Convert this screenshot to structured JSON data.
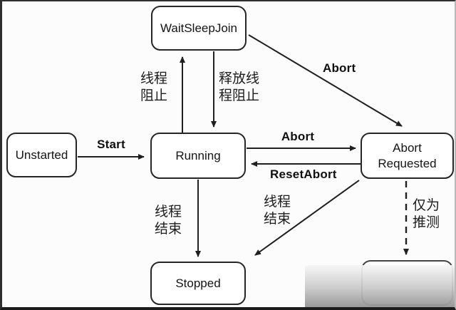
{
  "diagram": {
    "title_hint": "thread-state transition diagram",
    "nodes": {
      "wait_sleep_join": {
        "label": "WaitSleepJoin"
      },
      "unstarted": {
        "label": "Unstarted"
      },
      "running": {
        "label": "Running"
      },
      "abort_requested": {
        "label": "Abort\nRequested"
      },
      "stopped": {
        "label": "Stopped"
      },
      "hidden_bottom_right": {
        "label": ""
      }
    },
    "edge_labels": {
      "start": {
        "label": "Start"
      },
      "thread_block": {
        "label": "线程\n阻止"
      },
      "release_thread_block": {
        "label": "释放线\n程阻止"
      },
      "abort_from_waitsleepjoin": {
        "label": "Abort"
      },
      "abort_from_running": {
        "label": "Abort"
      },
      "reset_abort": {
        "label": "ResetAbort"
      },
      "thread_end_from_running": {
        "label": "线程\n结束"
      },
      "thread_end_from_abort_requested": {
        "label": "线程\n结束"
      },
      "speculation_only": {
        "label": "仅为\n推测"
      }
    },
    "colors": {
      "line": "#1f1f1f",
      "node_background": "#ffffff",
      "node_border": "#262626",
      "canvas_background": "#fcfcfc",
      "watermark_top": "#f7f7f7",
      "watermark_bottom": "#949494"
    }
  }
}
